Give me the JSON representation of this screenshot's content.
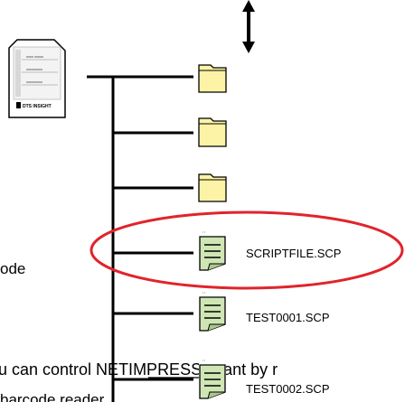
{
  "sd_card": {
    "icon": "sd-card-icon",
    "label_lines": [
      "xxxx xxxxx",
      "xxxxxxxxx",
      "xxxxxxxxx"
    ],
    "brand": "DTS INSIGHT"
  },
  "scroll_indicator": {
    "icon": "up-down-arrow-icon"
  },
  "folders": [
    {
      "icon": "folder-icon"
    },
    {
      "icon": "folder-icon"
    },
    {
      "icon": "folder-icon"
    }
  ],
  "files": [
    {
      "icon": "script-file-icon",
      "name": "SCRIPTFILE.SCP",
      "highlighted": true
    },
    {
      "icon": "script-file-icon",
      "name": "TEST0001.SCP",
      "highlighted": false
    },
    {
      "icon": "script-file-icon",
      "name": "TEST0002.SCP",
      "highlighted": false
    }
  ],
  "background_text": {
    "fragment_left": "ode",
    "line_control": "u can control NETIMPRESS avant by r",
    "line_barcode": "barcode reader"
  },
  "colors": {
    "highlight_ellipse": "#e0242b",
    "folder_fill": "#fdf3a6",
    "file_fill": "#cfe6b4",
    "line": "#000000"
  }
}
